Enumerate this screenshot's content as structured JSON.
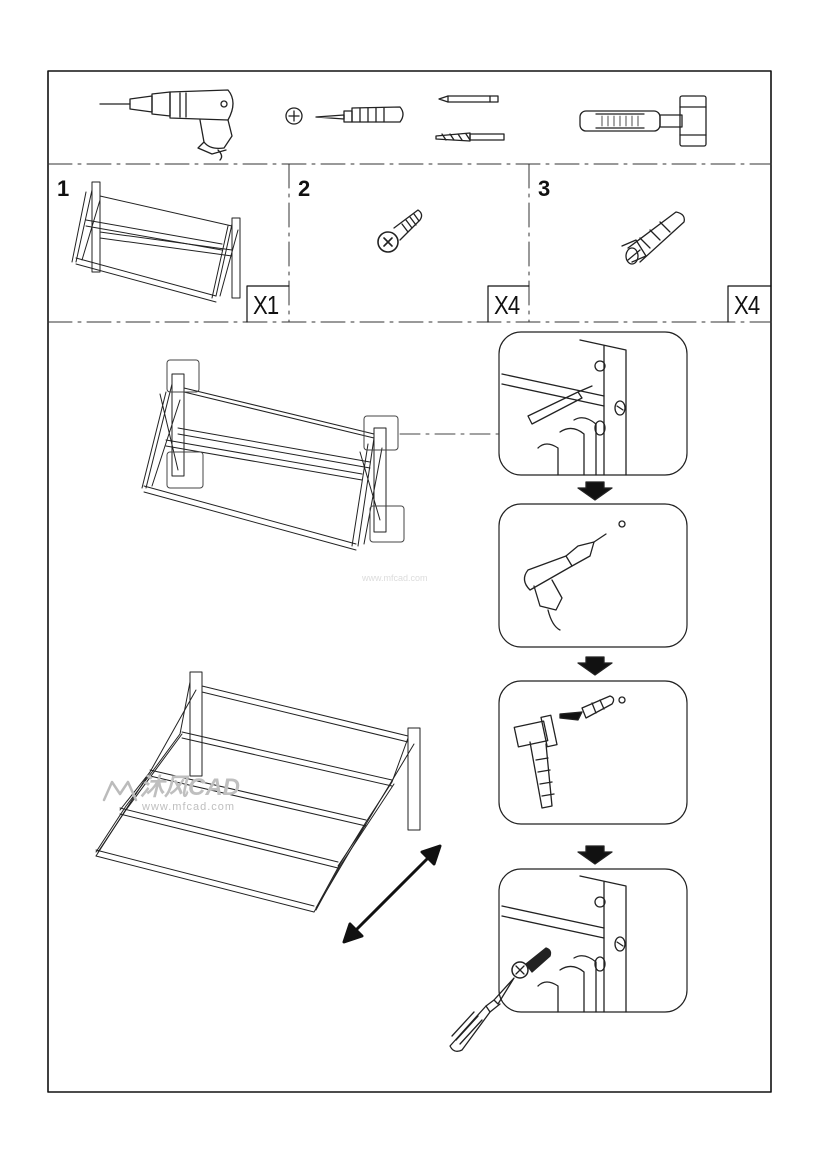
{
  "parts": [
    {
      "number": "1",
      "quantity": "X1",
      "name": "drying-rack"
    },
    {
      "number": "2",
      "quantity": "X4",
      "name": "screw"
    },
    {
      "number": "3",
      "quantity": "X4",
      "name": "wall-plug"
    }
  ],
  "watermark": {
    "brand": "沐风CAD",
    "url": "www.mfcad.com",
    "faint_url": "www.mfcad.com"
  },
  "icons": [
    "drill-icon",
    "cross-head-icon",
    "screwdriver-icon",
    "pencil-icon",
    "drill-bit-icon",
    "hammer-icon",
    "arrow-down-icon",
    "double-arrow-icon"
  ]
}
